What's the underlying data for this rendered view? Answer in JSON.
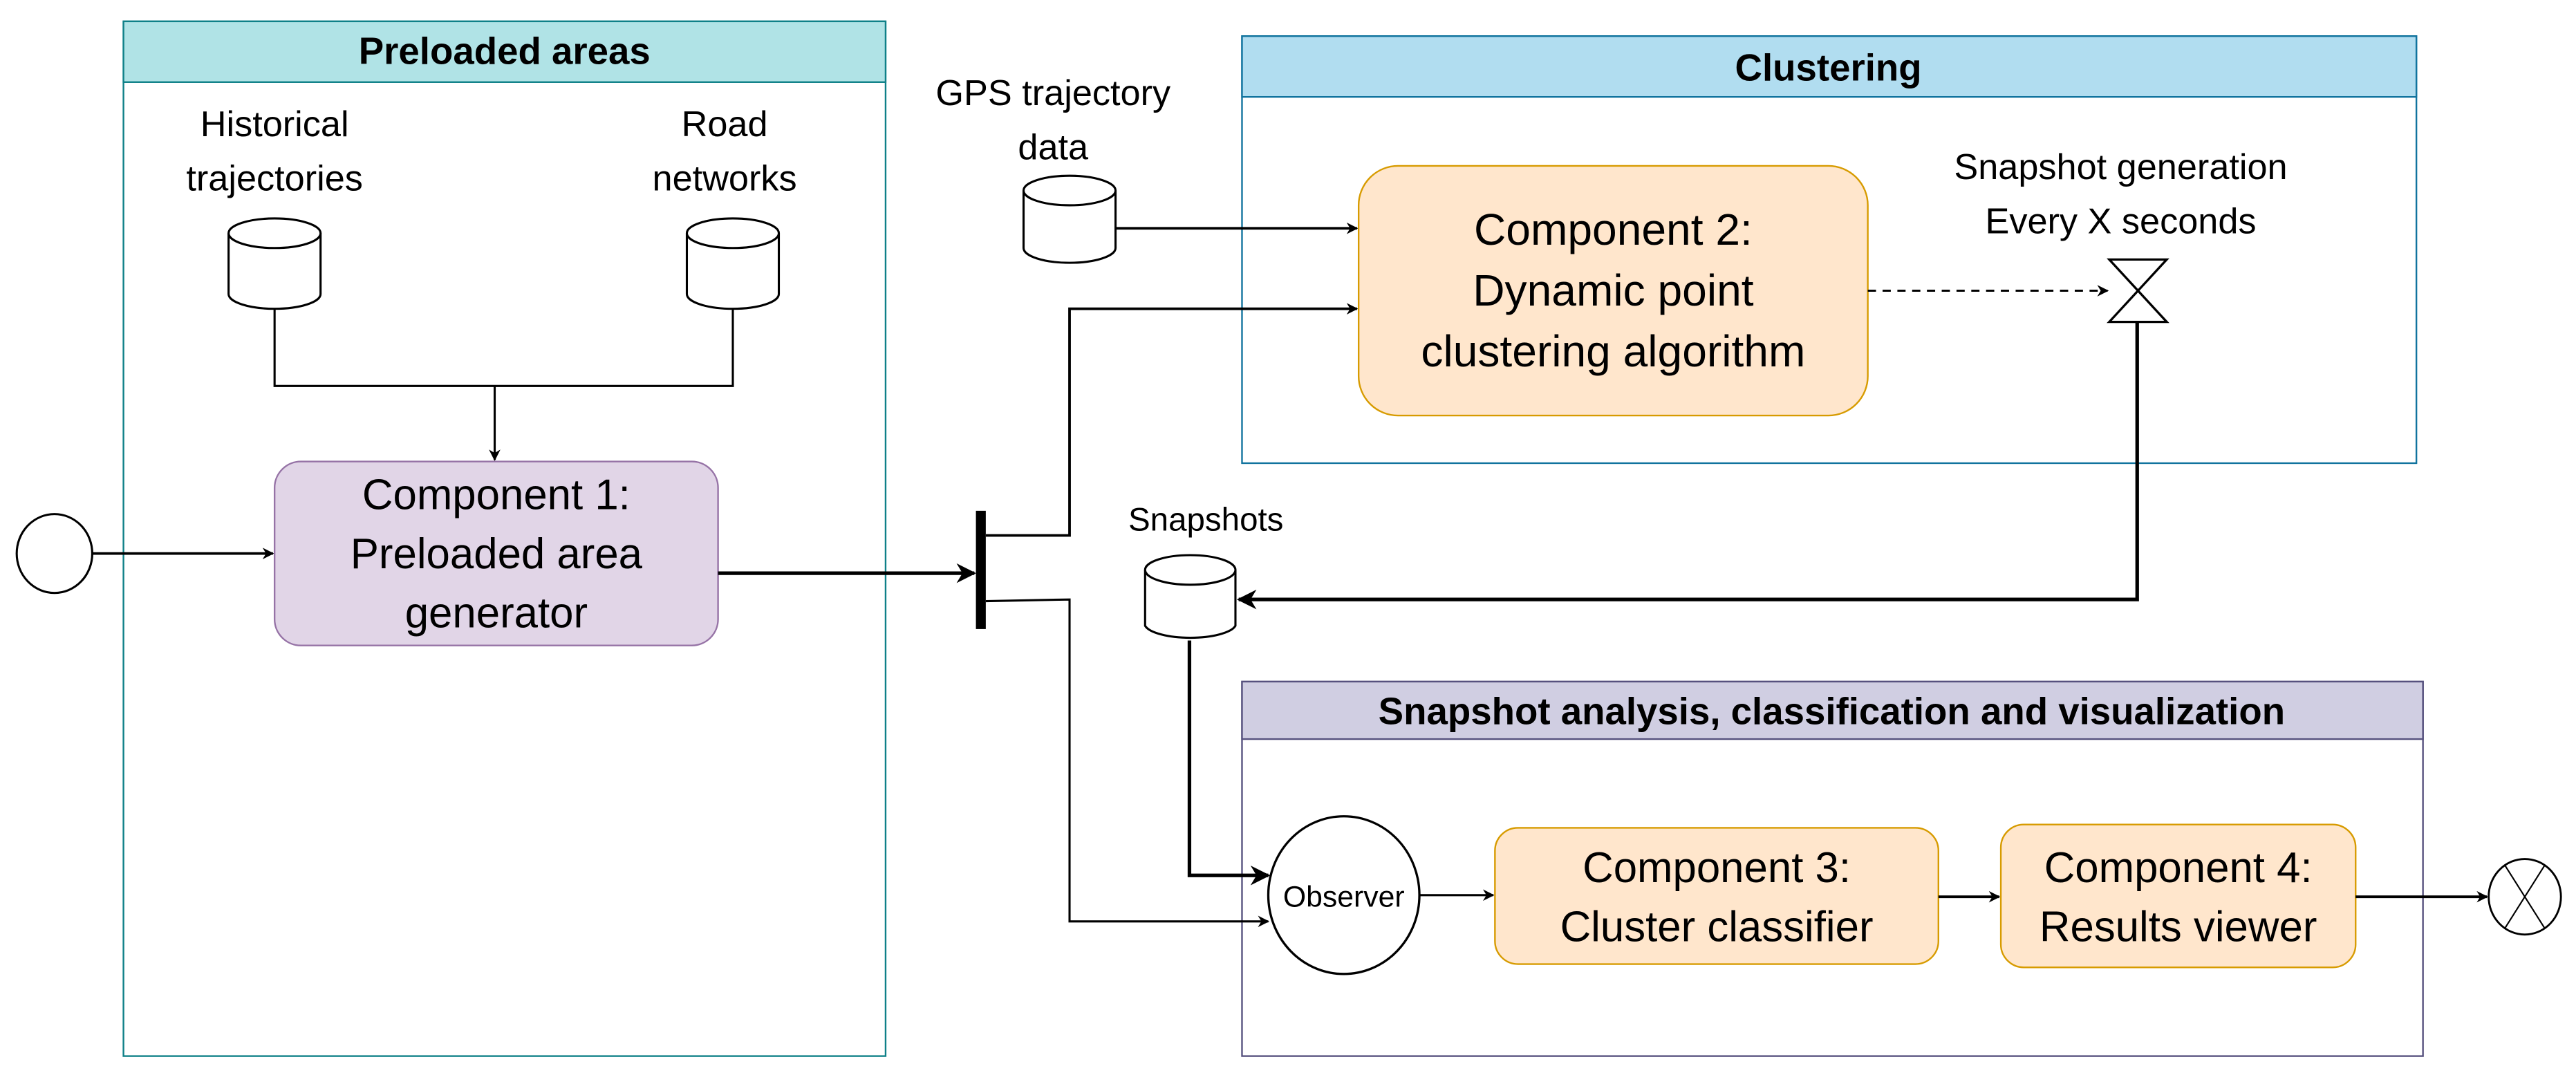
{
  "pools": {
    "preloaded": {
      "title": "Preloaded areas",
      "header_fill": "#b0e3e6",
      "stroke": "#0e8088"
    },
    "clustering": {
      "title": "Clustering",
      "header_fill": "#b1ddf0",
      "stroke": "#10739e"
    },
    "analysis": {
      "title": "Snapshot analysis, classification and visualization",
      "header_fill": "#d0cee2",
      "stroke": "#56517e"
    }
  },
  "data_stores": {
    "historical": {
      "line1": "Historical",
      "line2": "trajectories"
    },
    "road": {
      "line1": "Road",
      "line2": "networks"
    },
    "gps": {
      "line1": "GPS trajectory",
      "line2": "data"
    },
    "snapshots": {
      "label": "Snapshots"
    }
  },
  "components": {
    "c1": {
      "line1": "Component 1:",
      "line2": "Preloaded area",
      "line3": "generator",
      "fill": "#e1d5e7",
      "stroke": "#9673a6"
    },
    "c2": {
      "line1": "Component 2:",
      "line2": "Dynamic point",
      "line3": "clustering algorithm",
      "fill": "#ffe6cc",
      "stroke": "#d79b00"
    },
    "c3": {
      "line1": "Component 3:",
      "line2": "Cluster classifier",
      "fill": "#ffe6cc",
      "stroke": "#d79b00"
    },
    "c4": {
      "line1": "Component 4:",
      "line2": "Results viewer",
      "fill": "#ffe6cc",
      "stroke": "#d79b00"
    }
  },
  "timer": {
    "line1": "Snapshot generation",
    "line2": "Every X seconds"
  },
  "observer": {
    "label": "Observer"
  },
  "events": {
    "start": "start-event",
    "end": "end-event"
  }
}
